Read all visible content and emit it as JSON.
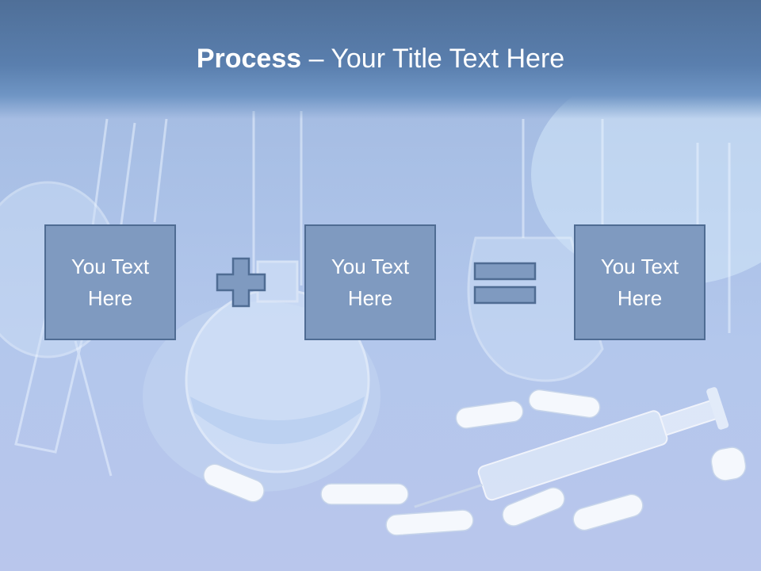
{
  "title": {
    "bold": "Process",
    "rest": " – Your Title Text Here"
  },
  "boxes": [
    {
      "text": "You Text Here"
    },
    {
      "text": "You Text Here"
    },
    {
      "text": "You Text Here"
    }
  ],
  "operators": [
    "plus-icon",
    "equals-icon"
  ],
  "colors": {
    "title_band": "#5a7fae",
    "box_fill": "#7f9ac0",
    "box_border": "#4f6c93",
    "background": "#b3c7ec"
  }
}
